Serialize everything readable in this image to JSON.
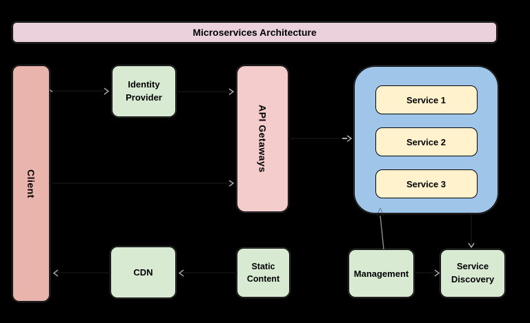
{
  "title_banner": {
    "label": "Microservices Architecture",
    "fill": "#ead1dc"
  },
  "nodes": {
    "client": {
      "label": "Client",
      "fill": "#e9b4ac",
      "orientation": "vertical"
    },
    "identity_provider": {
      "label": "Identity Provider",
      "fill": "#d9ead3"
    },
    "api_gateways": {
      "label": "API Getaways",
      "fill": "#f4cccc",
      "orientation": "vertical"
    },
    "services_group": {
      "fill": "#9fc5e8",
      "children": [
        {
          "label": "Service 1",
          "fill": "#fff2cc"
        },
        {
          "label": "Service 2",
          "fill": "#fff2cc"
        },
        {
          "label": "Service 3",
          "fill": "#fff2cc"
        }
      ]
    },
    "cdn": {
      "label": "CDN",
      "fill": "#d9ead3"
    },
    "static_content": {
      "label": "Static Content",
      "fill": "#d9ead3"
    },
    "management": {
      "label": "Management",
      "fill": "#d9ead3"
    },
    "service_discovery": {
      "label": "Service Discovery",
      "fill": "#d9ead3"
    }
  },
  "connections": [
    {
      "from": "client",
      "to": "identity_provider",
      "direction": "right"
    },
    {
      "from": "identity_provider",
      "to": "api_gateways",
      "direction": "right"
    },
    {
      "from": "client",
      "to": "api_gateways",
      "direction": "right"
    },
    {
      "from": "api_gateways",
      "to": "services_group",
      "direction": "right"
    },
    {
      "from": "cdn",
      "to": "client",
      "direction": "left"
    },
    {
      "from": "static_content",
      "to": "cdn",
      "direction": "left"
    },
    {
      "from": "management",
      "to": "services_group",
      "direction": "up"
    },
    {
      "from": "management",
      "to": "service_discovery",
      "direction": "right"
    },
    {
      "from": "services_group",
      "to": "service_discovery",
      "direction": "down"
    }
  ],
  "colors": {
    "background": "#000000",
    "box_border": "#000000",
    "text": "#000000",
    "connector": "#8f8f8f"
  }
}
